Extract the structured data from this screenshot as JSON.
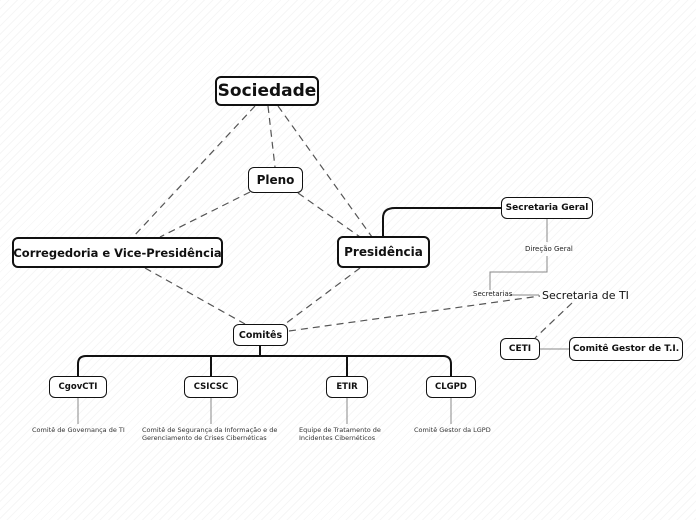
{
  "nodes": {
    "sociedade": "Sociedade",
    "pleno": "Pleno",
    "corregedoria": "Corregedoria e Vice-Presidência",
    "presidencia": "Presidência",
    "comites": "Comitês",
    "secretaria_geral": "Secretaria Geral",
    "direcao_geral": "Direção Geral",
    "secretarias": "Secretarias",
    "secretaria_ti": "Secretaria de TI",
    "ceti": "CETI",
    "comite_gestor_ti": "Comitê Gestor de T.I.",
    "cgovcti": "CgovCTI",
    "csicsc": "CSICSC",
    "etir": "ETIR",
    "clgpd": "CLGPD"
  },
  "descriptions": {
    "cgovcti": "Comitê de Governança de TI",
    "csicsc": "Comitê de Segurança da Informação e de Gerenciamento de Crises Cibernéticas",
    "etir": "Equipe de Tratamento de Incidentes Cibernéticos",
    "clgpd": "Comitê Gestor da LGPD"
  }
}
